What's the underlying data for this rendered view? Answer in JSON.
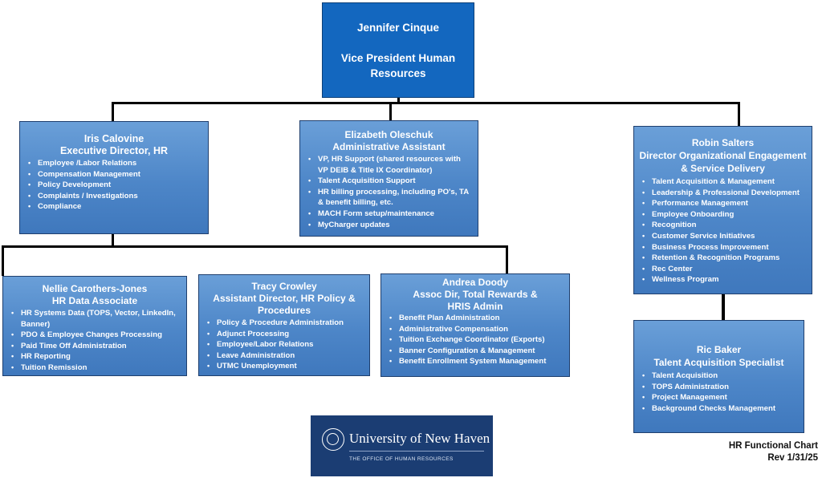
{
  "chart_title": "HR Functional Chart",
  "revision": "Rev 1/31/25",
  "logo": {
    "university": "University of New Haven",
    "office": "THE OFFICE OF HUMAN RESOURCES"
  },
  "vp": {
    "name": "Jennifer Cinque",
    "title": "Vice President Human Resources"
  },
  "exec_dir": {
    "name": "Iris Calovine",
    "title": "Executive Director, HR",
    "duties": [
      "Employee /Labor Relations",
      "Compensation Management",
      "Policy Development",
      "Complaints / Investigations",
      "Compliance"
    ]
  },
  "admin_assistant": {
    "name": "Elizabeth Oleschuk",
    "title": "Administrative Assistant",
    "duties": [
      "VP, HR Support (shared resources with VP DEIB & Title IX Coordinator)",
      "Talent Acquisition Support",
      "HR billing processing, including PO's, TA & benefit billing, etc.",
      "MACH Form setup/maintenance",
      "MyCharger updates"
    ]
  },
  "director_engagement": {
    "name": "Robin Salters",
    "title": "Director Organizational Engagement & Service Delivery",
    "duties": [
      "Talent Acquisition & Management",
      "Leadership & Professional Development",
      "Performance Management",
      "Employee Onboarding",
      "Recognition",
      "Customer Service Initiatives",
      "Business Process Improvement",
      "Retention & Recognition Programs",
      "Rec Center",
      "Wellness Program"
    ]
  },
  "data_associate": {
    "name": "Nellie Carothers-Jones",
    "title": "HR Data Associate",
    "duties": [
      "HR Systems Data (TOPS, Vector, LinkedIn, Banner)",
      "PDO & Employee Changes Processing",
      "Paid Time Off Administration",
      "HR Reporting",
      "Tuition Remission"
    ]
  },
  "policy_director": {
    "name": "Tracy Crowley",
    "title": "Assistant Director, HR Policy & Procedures",
    "duties": [
      "Policy & Procedure  Administration",
      "Adjunct Processing",
      "Employee/Labor Relations",
      "Leave Administration",
      "UTMC Unemployment"
    ]
  },
  "rewards_director": {
    "name": "Andrea Doody",
    "title": "Assoc Dir, Total Rewards & HRIS Admin",
    "duties": [
      "Benefit Plan Administration",
      "Administrative Compensation",
      "Tuition Exchange Coordinator (Exports)",
      "Banner Configuration & Management",
      "Benefit Enrollment System Management"
    ]
  },
  "ta_specialist": {
    "name": "Ric Baker",
    "title": "Talent Acquisition Specialist",
    "duties": [
      "Talent Acquisition",
      "TOPS Administration",
      "Project Management",
      "Background Checks Management"
    ]
  }
}
